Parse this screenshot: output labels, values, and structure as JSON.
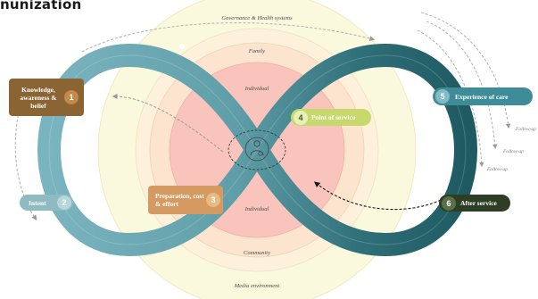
{
  "title": "nunization",
  "rings": {
    "outer": "Governance & Health systems",
    "family": "Family",
    "individual_top": "Individual",
    "individual_bottom": "Individual",
    "community": "Community",
    "media": "Media environment"
  },
  "steps": [
    {
      "number": "1",
      "label": "Knowledge, awareness & belief",
      "color": "#8a6533"
    },
    {
      "number": "2",
      "label": "Intent",
      "color": "#7fb3bd"
    },
    {
      "number": "3",
      "label": "Preparation, cost & effort",
      "color": "#d4a06a"
    },
    {
      "number": "4",
      "label": "Point of service",
      "color": "#c5d86a"
    },
    {
      "number": "5",
      "label": "Experience of care",
      "color": "#3b8a96"
    },
    {
      "number": "6",
      "label": "After service",
      "color": "#2f3f26"
    }
  ],
  "follow_up": [
    "Follow-up",
    "Follow-up",
    "Follow-up"
  ],
  "colors": {
    "ring_outer": "#fbf9dd",
    "ring_family": "#fce8d0",
    "ring_individual": "#f8c4bb",
    "loop_light": "#7ab4bf",
    "loop_dark": "#1f5a62"
  }
}
